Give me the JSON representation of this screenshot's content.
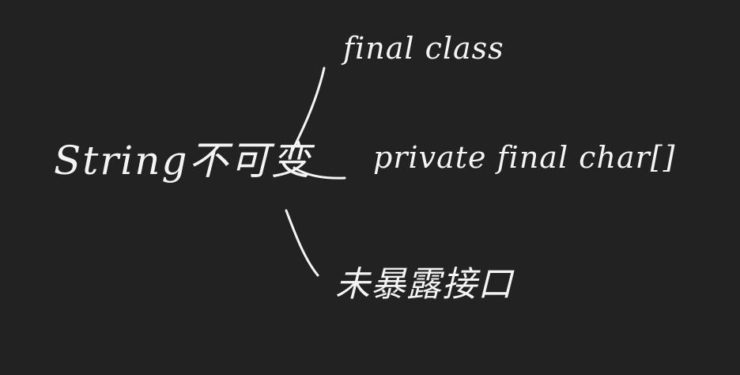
{
  "background": "#222222",
  "ink_color": "#f4f4f4",
  "root": {
    "label": "String不可变"
  },
  "branches": [
    {
      "label": "final class"
    },
    {
      "label": "private final char[]"
    },
    {
      "label": "未暴露接口"
    }
  ]
}
